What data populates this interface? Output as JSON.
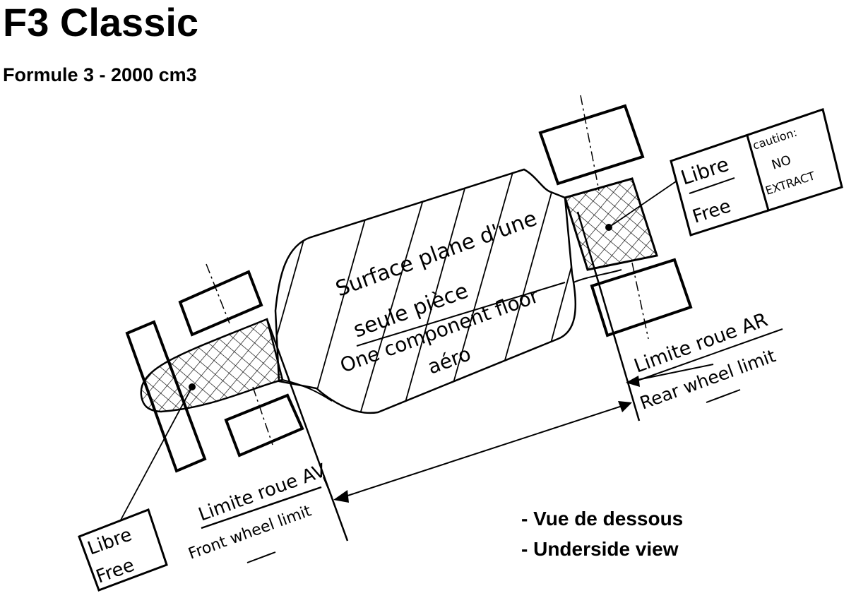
{
  "header": {
    "title": "F3 Classic",
    "subtitle": "Formule 3 - 2000 cm3"
  },
  "diagram": {
    "floor_label_fr_1": "Surface plane d'une",
    "floor_label_fr_2": "seule pièce",
    "floor_label_en_1": "One component floor",
    "floor_label_en_2": "aéro",
    "front_limit_fr": "Limite roue AV",
    "front_limit_en": "Front wheel limit",
    "rear_limit_fr": "Limite roue AR",
    "rear_limit_en": "Rear wheel limit",
    "free_zone_fr": "Libre",
    "free_zone_en": "Free",
    "caution_title": "caution:",
    "caution_line1": "NO",
    "caution_line2": "EXTRACT"
  },
  "notes": {
    "view_fr": "- Vue de dessous",
    "view_en": "- Underside view"
  }
}
